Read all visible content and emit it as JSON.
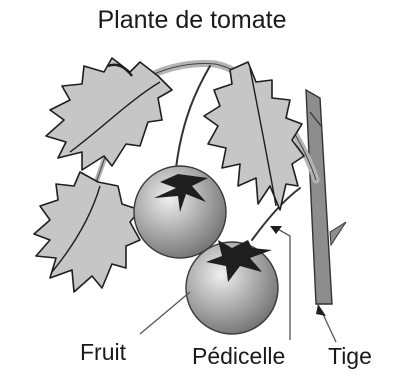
{
  "diagram": {
    "title": "Plante de tomate",
    "labels": {
      "fruit": "Fruit",
      "pedicel": "Pédicelle",
      "stem": "Tige"
    },
    "colors": {
      "leaf": "#c6c6c6",
      "leaf_outline": "#1e1e1e",
      "fruit": "#9e9e9e",
      "fruit_highlight": "#ececec",
      "sepal": "#1e1e1e",
      "stem": "#8d8d8d",
      "branch": "#b4b4b4",
      "pointer": "#555555"
    }
  }
}
